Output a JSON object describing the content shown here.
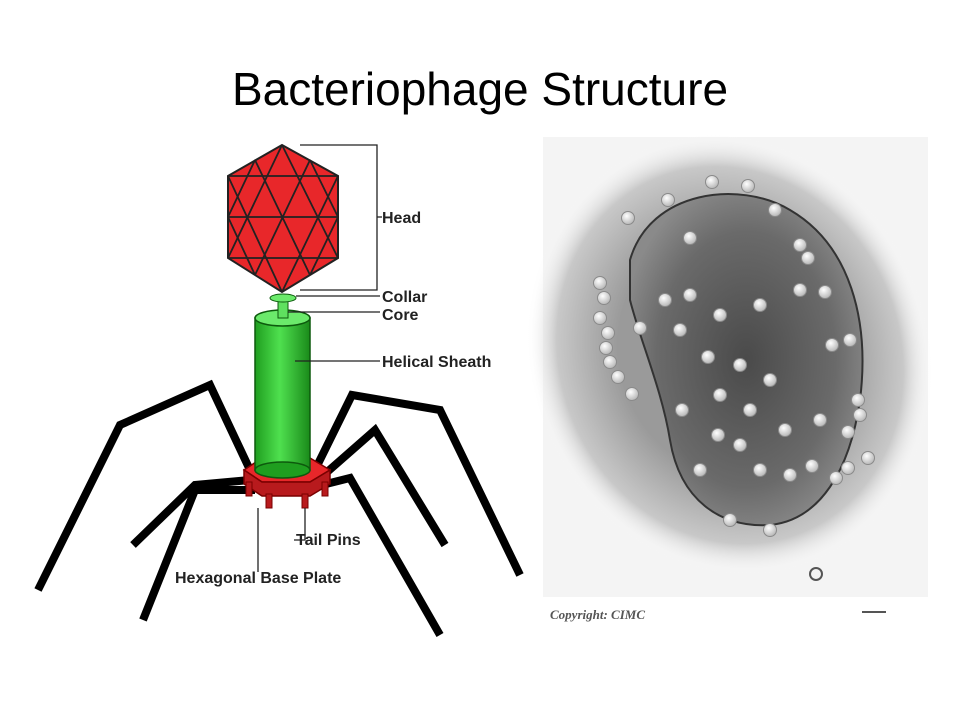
{
  "title": "Bacteriophage Structure",
  "labels": {
    "head": "Head",
    "collar": "Collar",
    "core": "Core",
    "helical_sheath": "Helical Sheath",
    "tail_pins": "Tail Pins",
    "base_plate": "Hexagonal Base Plate"
  },
  "micrograph": {
    "copyright": "Copyright: CIMC"
  },
  "colors": {
    "head": "#e8272a",
    "sheath": "#2fc42f",
    "base_plate": "#e8272a",
    "legs": "#000000"
  }
}
